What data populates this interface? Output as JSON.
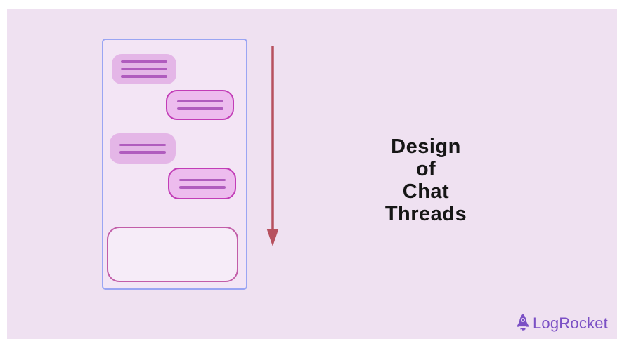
{
  "title": {
    "lines": [
      "Design",
      "of",
      "Chat",
      "Threads"
    ]
  },
  "brand": {
    "name": "LogRocket"
  },
  "colors": {
    "frame_bg": "#ffffff",
    "canvas_bg": "#efe1f1",
    "panel_bg": "#f3e5f5",
    "panel_border": "#9aa5f3",
    "bubble_left_bg": "#e4b6e7",
    "bubble_right_bg": "#edbcee",
    "bubble_right_border": "#c23db7",
    "text_line": "#b05cbe",
    "input_bg": "#f6ecf8",
    "input_border": "#c25da8",
    "arrow": "#b7515f",
    "title_text": "#161616",
    "brand_purple": "#7b50c5"
  },
  "diagram": {
    "description": "Chat window mock with alternating message bubbles, empty message input box, and downward scroll arrow",
    "bubbles": [
      {
        "side": "left",
        "lines": 3
      },
      {
        "side": "right",
        "lines": 2
      },
      {
        "side": "left",
        "lines": 2
      },
      {
        "side": "right",
        "lines": 2
      }
    ],
    "input_box": {
      "lines": 0
    }
  }
}
